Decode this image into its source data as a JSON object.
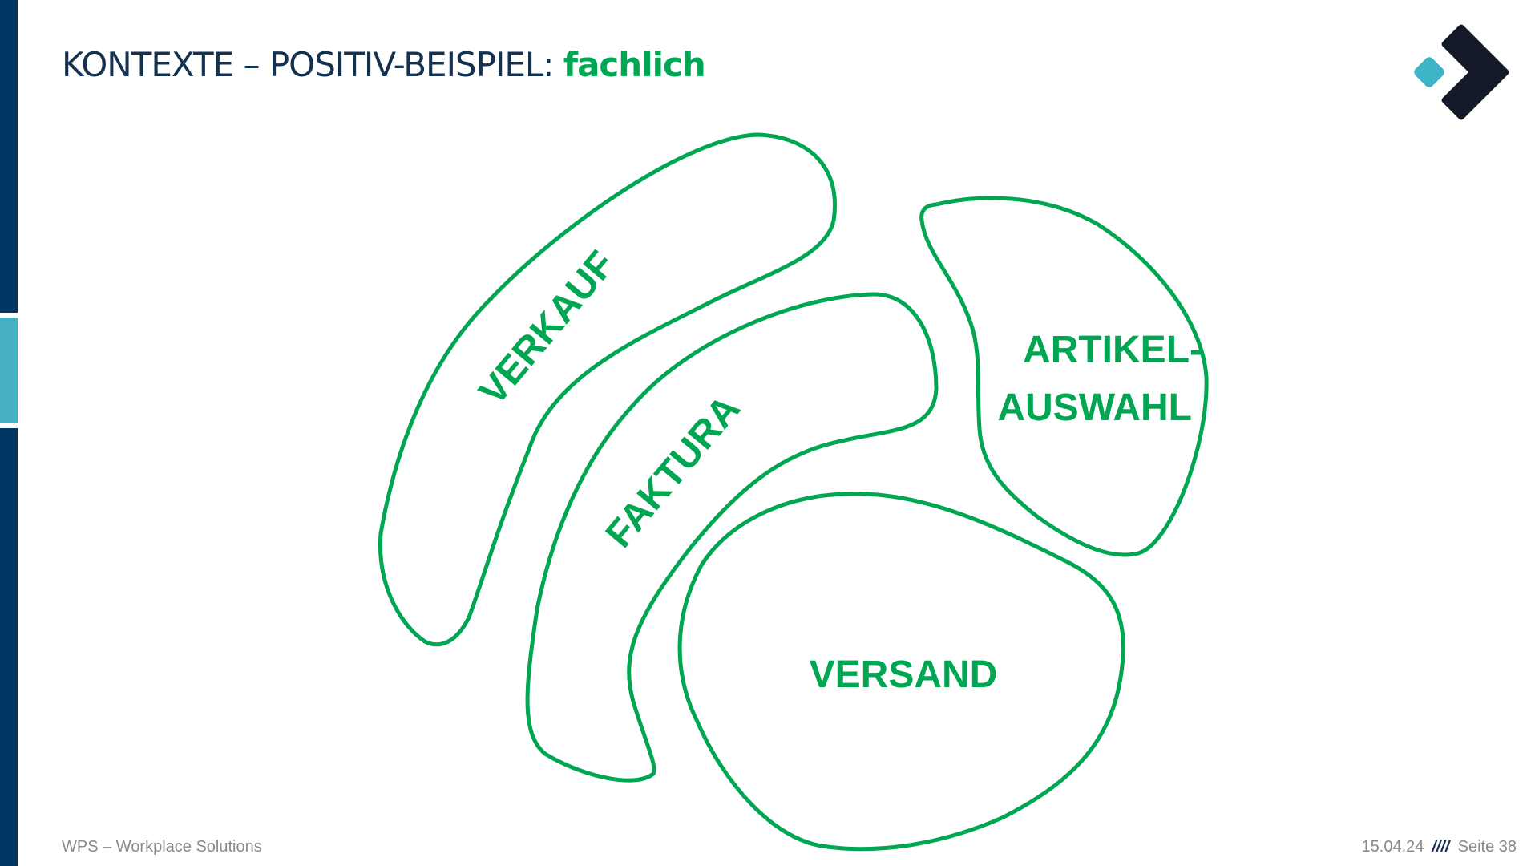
{
  "header": {
    "title_main": "KONTEXTE – POSITIV-BEISPIEL: ",
    "title_accent": "fachlich"
  },
  "colors": {
    "accent": "#00a651",
    "navy": "#003863",
    "teal": "#45b1c3",
    "logo_dark": "#151a2b",
    "logo_teal": "#3db4c8"
  },
  "diagram": {
    "contexts": [
      {
        "name": "VERKAUF"
      },
      {
        "name": "FAKTURA"
      },
      {
        "name": "ARTIKEL-",
        "name_line2": "AUSWAHL"
      },
      {
        "name": "VERSAND"
      }
    ]
  },
  "footer": {
    "company": "WPS – Workplace Solutions",
    "date": "15.04.24",
    "separator": "////",
    "page": "Seite 38"
  }
}
